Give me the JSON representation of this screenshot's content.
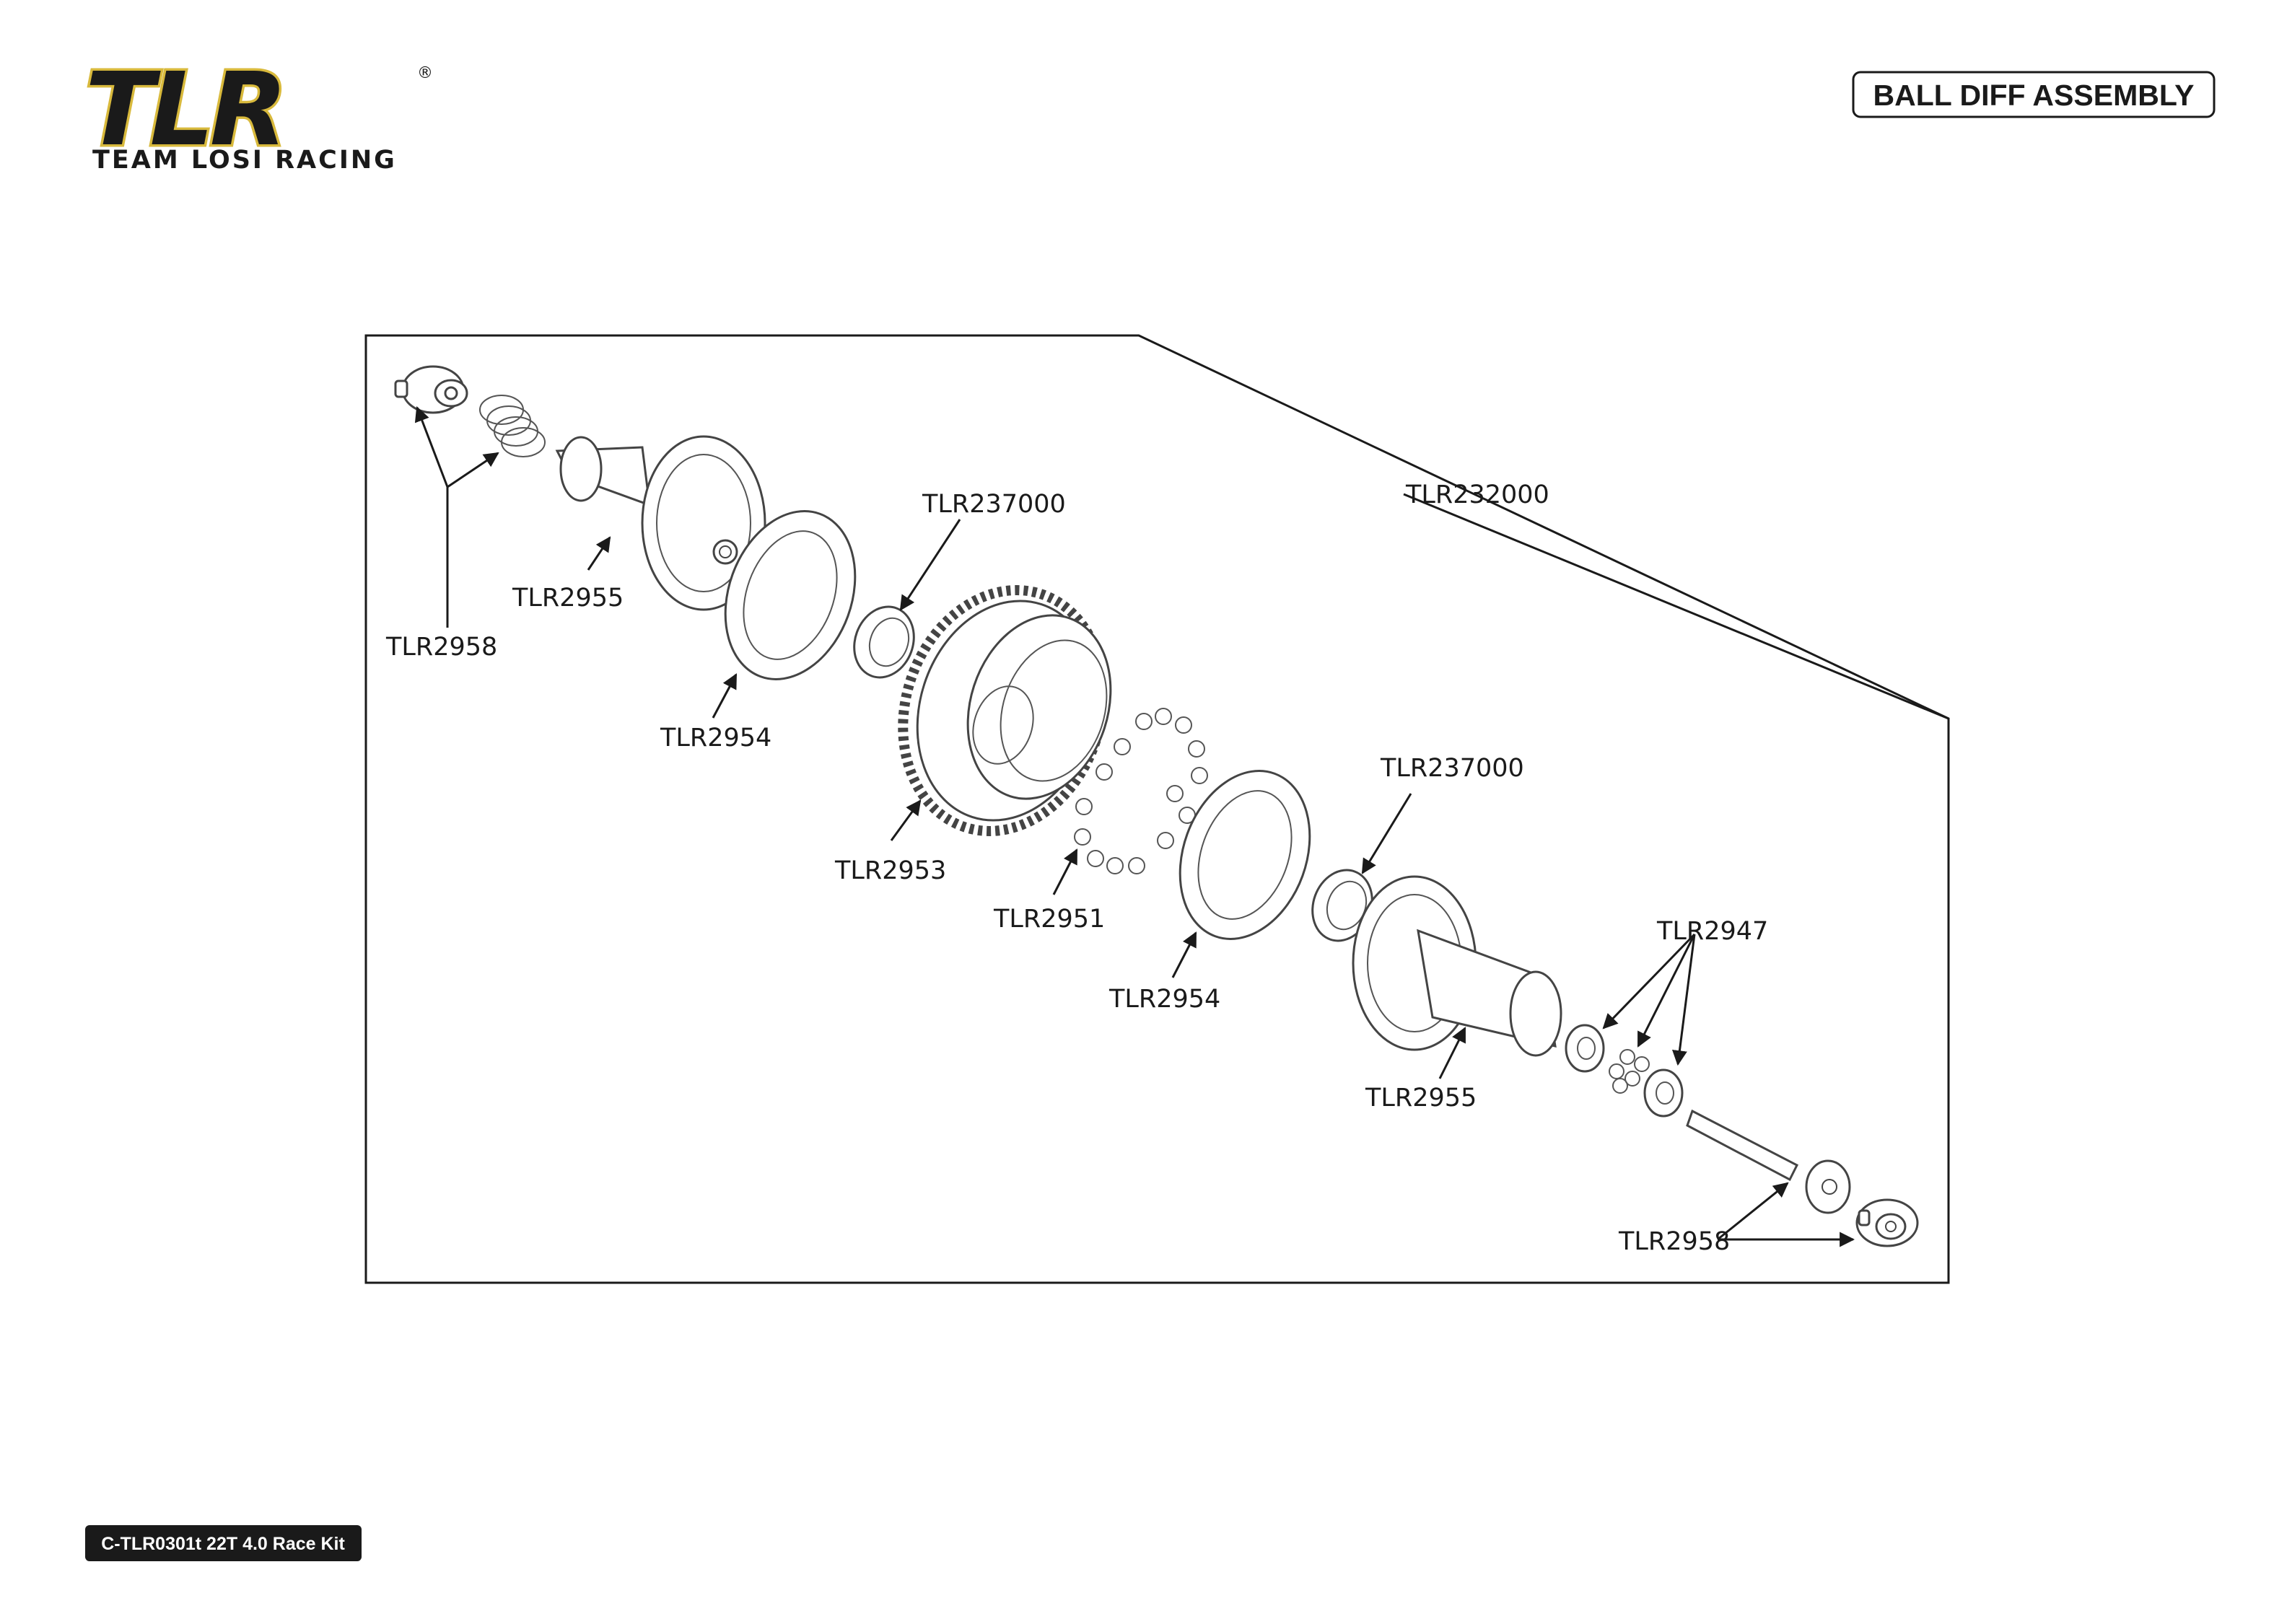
{
  "header": {
    "brand_mark": "TLR",
    "brand_subtitle": "TEAM LOSI RACING",
    "registered_mark": "®",
    "section_title": "BALL DIFF ASSEMBLY"
  },
  "footer": {
    "kit_label": "C-TLR0301t 22T 4.0 Race Kit"
  },
  "diagram": {
    "labels": {
      "tlr2958_top": "TLR2958",
      "tlr2955_top": "TLR2955",
      "tlr2954_top": "TLR2954",
      "tlr237000_top": "TLR237000",
      "tlr232000": "TLR232000",
      "tlr2953": "TLR2953",
      "tlr2951": "TLR2951",
      "tlr237000_bottom": "TLR237000",
      "tlr2954_bottom": "TLR2954",
      "tlr2947": "TLR2947",
      "tlr2955_bottom": "TLR2955",
      "tlr2958_bottom": "TLR2958"
    }
  },
  "colors": {
    "logo_gold": "#d8b93c",
    "ink": "#1a1a1a",
    "footer_bg": "#1a1a1a"
  }
}
